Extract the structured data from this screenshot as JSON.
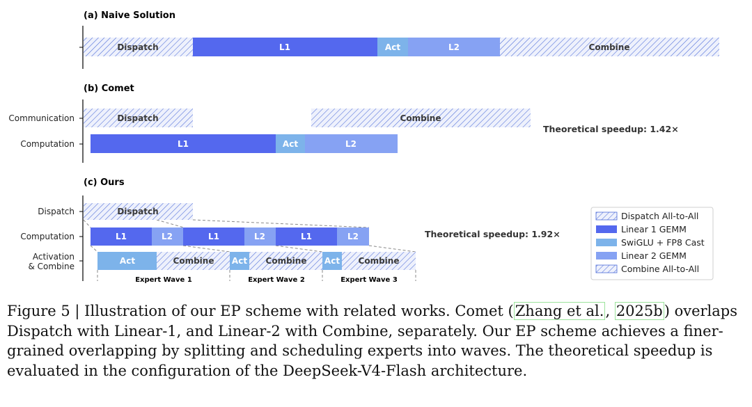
{
  "colors": {
    "linear1": "#5468ee",
    "act": "#7db3ea",
    "linear2": "#86a2f3",
    "hatch": "#4a6ad8",
    "hatch_bg": "#eef1fc"
  },
  "sections": {
    "a": {
      "title": "(a) Naive Solution"
    },
    "b": {
      "title": "(b) Comet",
      "rows": [
        "Communication",
        "Computation"
      ],
      "speedup": "Theoretical speedup: 1.42×"
    },
    "c": {
      "title": "(c) Ours",
      "rows": [
        "Dispatch",
        "Computation",
        "Activation",
        "& Combine"
      ],
      "speedup": "Theoretical speedup: 1.92×",
      "waves": [
        "Expert Wave 1",
        "Expert Wave 2",
        "Expert Wave 3"
      ]
    }
  },
  "block_labels": {
    "dispatch": "Dispatch",
    "combine": "Combine",
    "l1": "L1",
    "l2": "L2",
    "act": "Act"
  },
  "legend": [
    {
      "label": "Dispatch All-to-All",
      "kind": "hatch"
    },
    {
      "label": "Linear 1 GEMM",
      "kind": "linear1"
    },
    {
      "label": "SwiGLU + FP8 Cast",
      "kind": "act"
    },
    {
      "label": "Linear 2 GEMM",
      "kind": "linear2"
    },
    {
      "label": "Combine All-to-All",
      "kind": "hatch"
    }
  ],
  "caption": {
    "part1": "Figure 5 | Illustration of our EP scheme with related works. Comet (",
    "cite_author": "Zhang et al.",
    "sep": ", ",
    "cite_year": "2025b",
    "part2": ") overlaps Dispatch with Linear-1, and Linear-2 with Combine, separately. Our EP scheme achieves a finer-grained overlapping by splitting and scheduling experts into waves. The theoretical speedup is evaluated in the configuration of the DeepSeek-V4-Flash architecture."
  }
}
